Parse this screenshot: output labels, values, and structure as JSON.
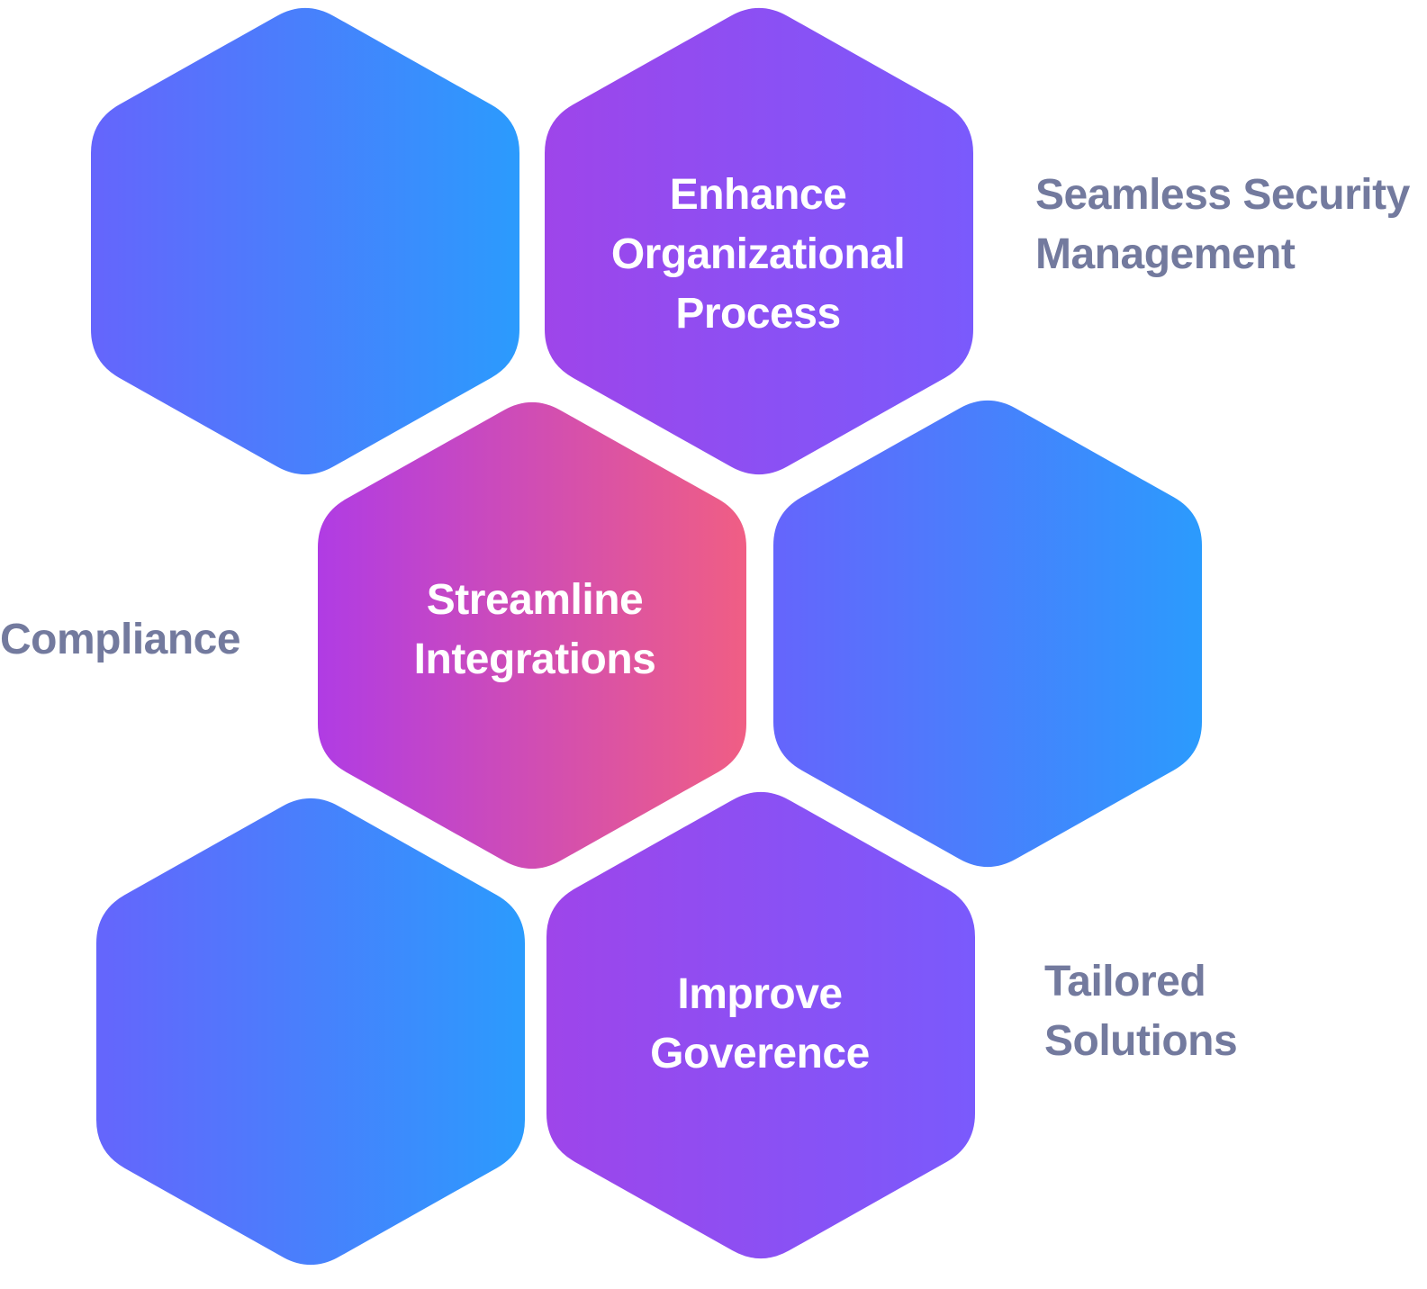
{
  "colors": {
    "blue_start": "#6565fc",
    "blue_end": "#2b9bfd",
    "purple_start": "#9e45ea",
    "purple_end": "#7a5afc",
    "pink_start": "#b03ce4",
    "pink_end": "#f05e84",
    "side_text": "#737a9e",
    "hex_text": "#ffffff"
  },
  "hexagons": [
    {
      "id": "hex-top-left",
      "fill": "blue",
      "lines": []
    },
    {
      "id": "hex-top-right",
      "fill": "purple",
      "lines": [
        "Enhance",
        "Organizational",
        "Process"
      ]
    },
    {
      "id": "hex-center",
      "fill": "pink",
      "lines": [
        "Streamline",
        "Integrations"
      ]
    },
    {
      "id": "hex-middle-right",
      "fill": "blue",
      "lines": []
    },
    {
      "id": "hex-bottom-left",
      "fill": "blue",
      "lines": []
    },
    {
      "id": "hex-bottom-right",
      "fill": "purple",
      "lines": [
        "Improve",
        "Goverence"
      ]
    }
  ],
  "side_labels": {
    "security": [
      "Seamless Security",
      "Management"
    ],
    "compliance": [
      "Compliance"
    ],
    "tailored": [
      "Tailored",
      "Solutions"
    ]
  }
}
